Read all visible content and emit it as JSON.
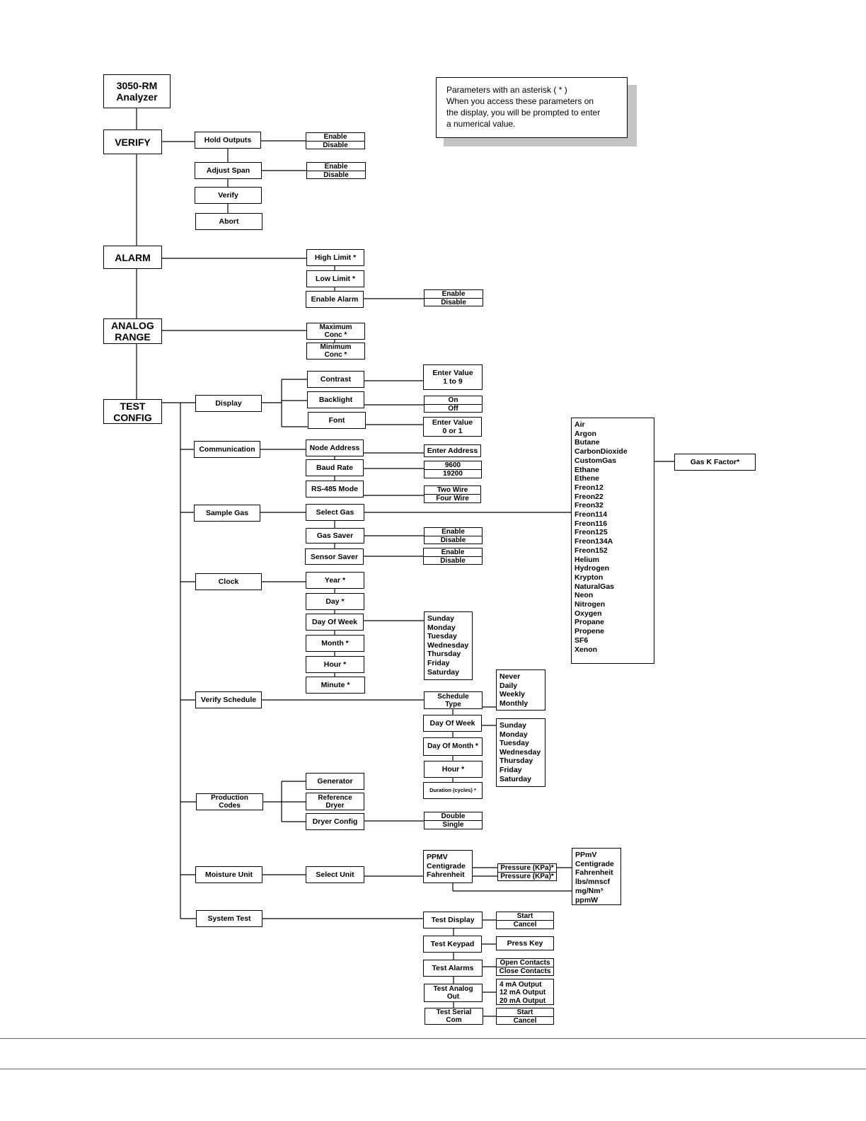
{
  "root": "3050-RM\nAnalyzer",
  "note": {
    "lines": [
      "Parameters with an asterisk (  *  )",
      "When you access these parameters on",
      "the display, you will be prompted to enter",
      "a numerical value."
    ]
  },
  "sections": {
    "verify": "VERIFY",
    "alarm": "ALARM",
    "analog": "ANALOG\nRANGE",
    "test": "TEST\nCONFIG"
  },
  "verify": {
    "hold_outputs": "Hold Outputs",
    "hold_opts": [
      "Enable",
      "Disable"
    ],
    "adjust_span": "Adjust Span",
    "span_opts": [
      "Enable",
      "Disable"
    ],
    "verify": "Verify",
    "abort": "Abort"
  },
  "alarm": {
    "high": "High Limit *",
    "low": "Low Limit *",
    "enable": "Enable Alarm",
    "enable_opts": [
      "Enable",
      "Disable"
    ]
  },
  "analog": {
    "max": "Maximum\nConc *",
    "min": "Minimum\nConc *"
  },
  "display": {
    "label": "Display",
    "contrast": "Contrast",
    "contrast_val": "Enter Value\n1 to 9",
    "backlight": "Backlight",
    "backlight_opts": [
      "On",
      "Off"
    ],
    "font": "Font",
    "font_val": "Enter Value\n0 or 1"
  },
  "communication": {
    "label": "Communication",
    "node": "Node Address",
    "node_val": "Enter Address",
    "baud": "Baud Rate",
    "baud_opts": [
      "9600",
      "19200"
    ],
    "rs485": "RS-485 Mode",
    "rs485_opts": [
      "Two Wire",
      "Four Wire"
    ]
  },
  "sample_gas": {
    "label": "Sample Gas",
    "select": "Select Gas",
    "gas_saver": "Gas Saver",
    "gas_saver_opts": [
      "Enable",
      "Disable"
    ],
    "sensor_saver": "Sensor Saver",
    "sensor_saver_opts": [
      "Enable",
      "Disable"
    ],
    "gases": [
      "Air",
      "Argon",
      "Butane",
      "CarbonDioxide",
      "CustomGas",
      "Ethane",
      "Ethene",
      "Freon12",
      "Freon22",
      "Freon32",
      "Freon114",
      "Freon116",
      "Freon125",
      "Freon134A",
      "Freon152",
      "Helium",
      "Hydrogen",
      "Krypton",
      "NaturalGas",
      "Neon",
      "Nitrogen",
      "Oxygen",
      "Propane",
      "Propene",
      "SF6",
      "Xenon"
    ],
    "k_factor": "Gas K Factor*"
  },
  "clock": {
    "label": "Clock",
    "year": "Year *",
    "day": "Day *",
    "dow": "Day Of Week",
    "month": "Month *",
    "hour": "Hour *",
    "minute": "Minute *",
    "days": [
      "Sunday",
      "Monday",
      "Tuesday",
      "Wednesday",
      "Thursday",
      "Friday",
      "Saturday"
    ]
  },
  "verify_schedule": {
    "label": "Verify Schedule",
    "type": "Schedule\nType",
    "type_opts": [
      "Never",
      "Daily",
      "Weekly",
      "Monthly"
    ],
    "dow": "Day Of Week",
    "days": [
      "Sunday",
      "Monday",
      "Tuesday",
      "Wednesday",
      "Thursday",
      "Friday",
      "Saturday"
    ],
    "dom": "Day Of Month *",
    "hour": "Hour *",
    "duration": "Duration (cycles) *"
  },
  "production": {
    "label": "Production\nCodes",
    "generator": "Generator",
    "ref_dryer": "Reference\nDryer",
    "dryer_config": "Dryer Config",
    "dryer_opts": [
      "Double",
      "Single"
    ]
  },
  "moisture": {
    "label": "Moisture Unit",
    "select": "Select Unit",
    "units": [
      "PPMV",
      "Centigrade",
      "Fahrenheit"
    ],
    "pressure": [
      "Pressure (KPa)*",
      "Pressure (KPa)*"
    ],
    "units2": [
      "PPmV",
      "Centigrade",
      "Fahrenheit",
      "lbs/mnscf",
      "mg/Nm³",
      "ppmW"
    ]
  },
  "system_test": {
    "label": "System Test",
    "display": "Test Display",
    "display_opts": [
      "Start",
      "Cancel"
    ],
    "keypad": "Test Keypad",
    "keypad_val": "Press Key",
    "alarms": "Test Alarms",
    "alarms_opts": [
      "Open Contacts",
      "Close Contacts"
    ],
    "analog": "Test Analog\nOut",
    "analog_opts": [
      "4 mA Output",
      "12 mA Output",
      "20 mA Output"
    ],
    "serial": "Test Serial\nCom",
    "serial_opts": [
      "Start",
      "Cancel"
    ]
  }
}
